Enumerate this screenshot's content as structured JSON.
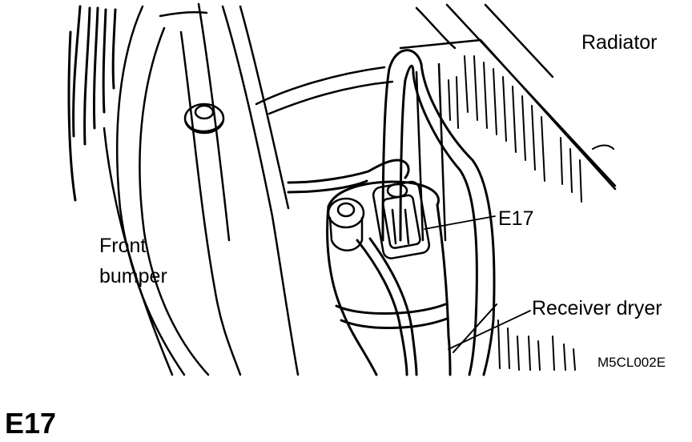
{
  "labels": {
    "radiator": "Radiator",
    "front_bumper_line1": "Front",
    "front_bumper_line2": "bumper",
    "connector": "E17",
    "receiver_dryer": "Receiver dryer",
    "figure_code": "M5CL002E"
  },
  "caption": "E17"
}
